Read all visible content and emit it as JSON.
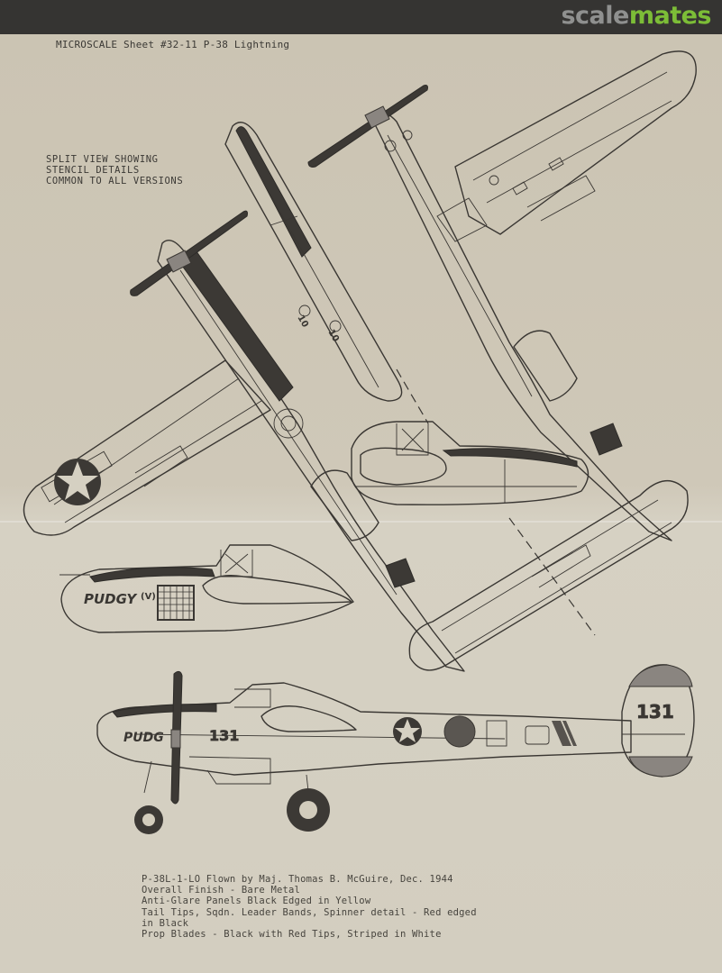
{
  "header": {
    "brand_part1": "scale",
    "brand_part2": "mates",
    "brand_colors": {
      "part1": "#8f908f",
      "part2": "#7cbd37",
      "bar": "#353432"
    }
  },
  "sheet": {
    "title": "MICROSCALE Sheet #32-11 P-38 Lightning",
    "paper_color": "#cdc6b6"
  },
  "stencil_note": {
    "lines": [
      "SPLIT VIEW SHOWING",
      "STENCIL DETAILS",
      "COMMON TO ALL VERSIONS"
    ]
  },
  "drawings": {
    "top_view": {
      "label": "split plan view",
      "wing_marking": "10"
    },
    "nose_left": {
      "label": "nose section (left side)",
      "nose_art": "PUDGY",
      "nose_art_suffix": "(V)"
    },
    "nose_right": {
      "label": "nose section (right side)"
    },
    "side_view": {
      "label": "side profile",
      "nose_art": "PUDG",
      "boom_number": "131",
      "tail_number": "131"
    }
  },
  "caption": {
    "lines": [
      "P-38L-1-LO Flown by Maj. Thomas B. McGuire, Dec. 1944",
      "Overall Finish - Bare Metal",
      "Anti-Glare Panels Black Edged in Yellow",
      "Tail Tips, Sqdn. Leader Bands, Spinner detail - Red edged",
      "in Black",
      "Prop Blades - Black with Red Tips, Striped in White"
    ]
  }
}
